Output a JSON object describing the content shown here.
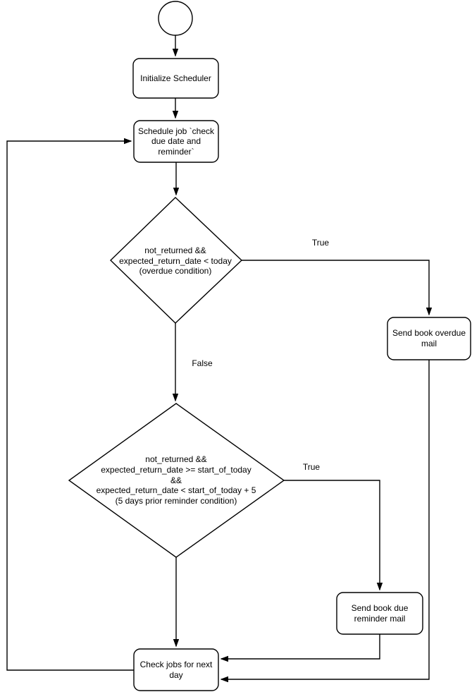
{
  "diagram": {
    "type": "flowchart",
    "background_color": "#ffffff",
    "stroke_color": "#000000",
    "text_color": "#000000",
    "nodes": {
      "start": {
        "shape": "circle"
      },
      "initialize": {
        "shape": "rounded-rect",
        "label": "Initialize Scheduler"
      },
      "schedule_job": {
        "shape": "rounded-rect",
        "label": "Schedule job `check\ndue date and\nreminder`"
      },
      "overdue_decision": {
        "shape": "diamond",
        "label": "not_returned &&\nexpected_return_date < today\n(overdue condition)"
      },
      "send_overdue_mail": {
        "shape": "rounded-rect",
        "label": "Send book overdue\nmail"
      },
      "reminder_decision": {
        "shape": "diamond",
        "label": "not_returned &&\nexpected_return_date >= start_of_today\n&&\nexpected_return_date < start_of_today + 5\n(5 days prior reminder condition)"
      },
      "send_reminder_mail": {
        "shape": "rounded-rect",
        "label": "Send book due\nreminder mail"
      },
      "check_jobs": {
        "shape": "rounded-rect",
        "label": "Check jobs for next\nday"
      }
    },
    "edge_labels": {
      "overdue_true": "True",
      "overdue_false": "False",
      "reminder_true": "True"
    }
  }
}
